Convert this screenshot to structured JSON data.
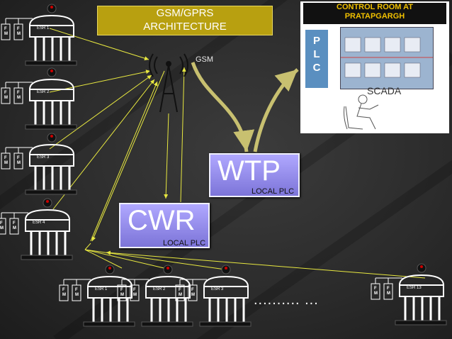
{
  "title": {
    "line1": "GSM/GPRS",
    "line2": "ARCHITECTURE"
  },
  "gsm_label": "GSM",
  "control_room": {
    "line1": "CONTROL ROOM AT",
    "line2": "PRATAPGARGH",
    "plc": [
      "P",
      "L",
      "C"
    ],
    "scada": "SCADA"
  },
  "wtp": {
    "name": "WTP",
    "sub": "LOCAL PLC"
  },
  "cwr": {
    "name": "CWR",
    "sub": "LOCAL PLC"
  },
  "left_esrs": [
    "ESR 1",
    "ESR 2",
    "ESR 3",
    "ESR  4"
  ],
  "bottom_esrs": [
    "ESR 1",
    "ESR 2",
    "ESR 3",
    "ESR 13"
  ],
  "fm_label": [
    "F",
    "M"
  ],
  "dots": ".......... ..."
}
